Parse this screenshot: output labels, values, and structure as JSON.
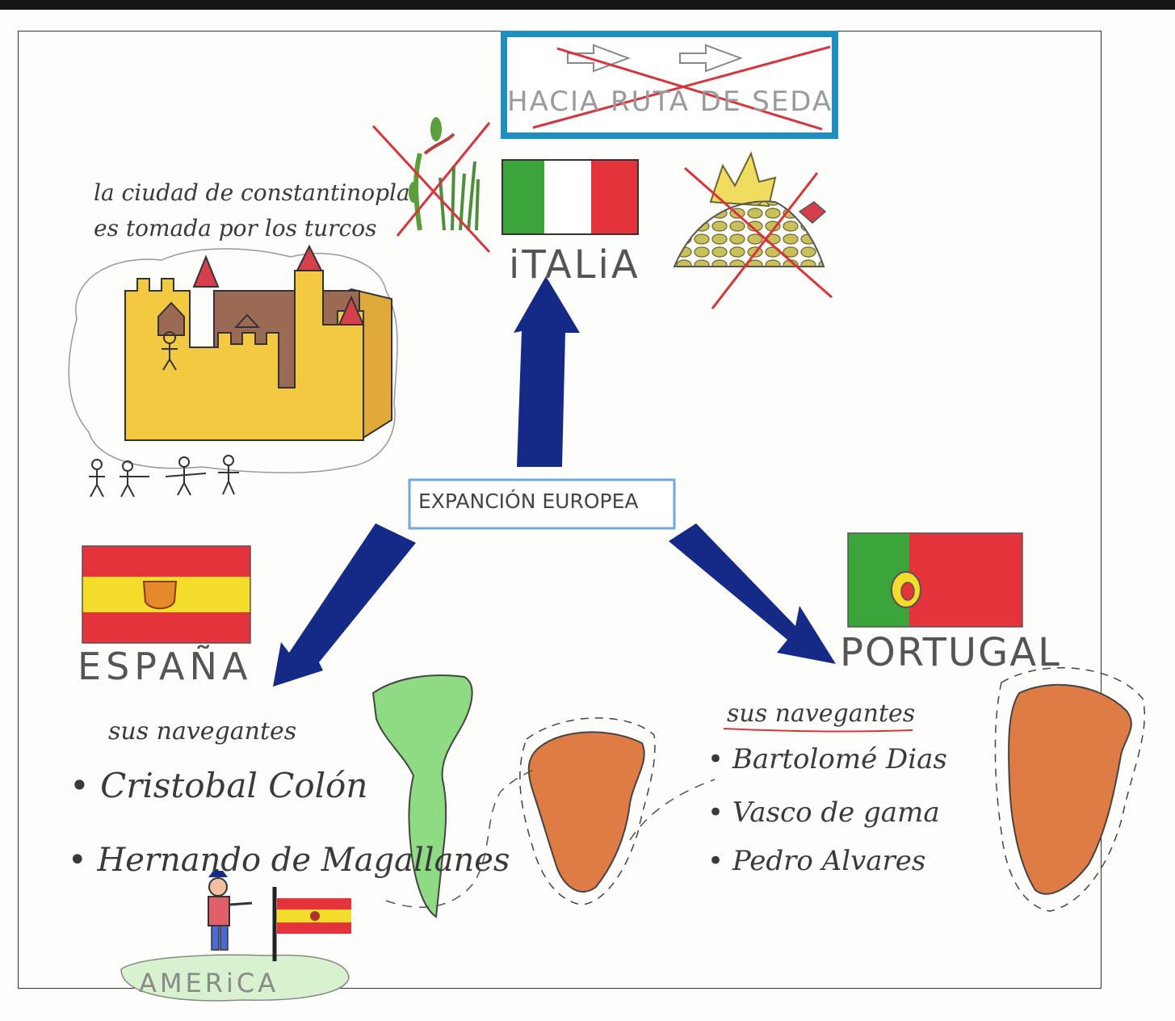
{
  "silk_road_box": {
    "text": "HACIA RUTA DE SEDA"
  },
  "constantinople_note": {
    "line1": "la ciudad de constantinopla",
    "line2": "es tomada por los turcos"
  },
  "center": {
    "label": "EXPANCIÓN EUROPEA"
  },
  "italy": {
    "label": "iTALiA"
  },
  "spain": {
    "label": "ESPAÑA",
    "navigators_heading": "sus navegantes",
    "navigators": [
      "Cristobal Colón",
      "Hernando de Magallanes"
    ]
  },
  "portugal": {
    "label": "PORTUGAL",
    "navigators_heading": "sus navegantes",
    "navigators": [
      "Bartolomé Dias",
      "Vasco de gama",
      "Pedro Alvares"
    ]
  },
  "america": {
    "label": "AMERiCA"
  },
  "colors": {
    "arrow_blue": "#142a86",
    "box_cyan": "#1f8fc0",
    "cross_red": "#d8343a",
    "flag_green": "#3ba43a",
    "flag_red": "#e4333a",
    "flag_yellow": "#f4dc2a",
    "castle_yellow": "#f3c942",
    "castle_brown": "#9a6a55",
    "tower_red": "#d6404c",
    "america_green": "#8fdb83",
    "africa_orange": "#df7c45"
  }
}
